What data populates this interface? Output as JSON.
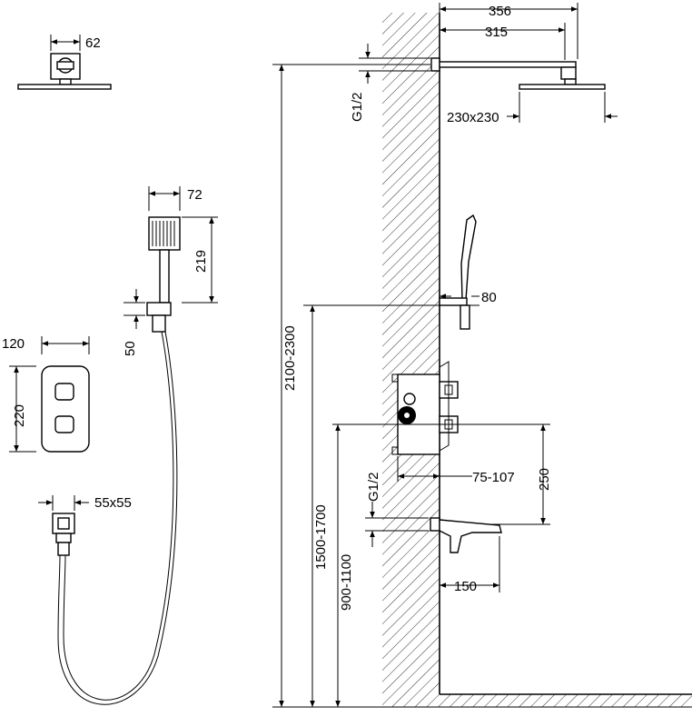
{
  "dimensions": {
    "head_side_width": "62",
    "handshower_width": "72",
    "handshower_length": "219",
    "holder_height": "50",
    "panel_width": "120",
    "panel_height": "220",
    "outlet_size": "55x55",
    "arm_length_total": "356",
    "arm_length": "315",
    "arm_connection": "G1/2",
    "head_size": "230x230",
    "holder_projection": "80",
    "total_height": "2100-2300",
    "mixer_height": "1500-1700",
    "mixer_depth": "75-107",
    "mixer_to_spout": "250",
    "spout_connection": "G1/2",
    "spout_height": "900-1100",
    "spout_length": "150"
  }
}
